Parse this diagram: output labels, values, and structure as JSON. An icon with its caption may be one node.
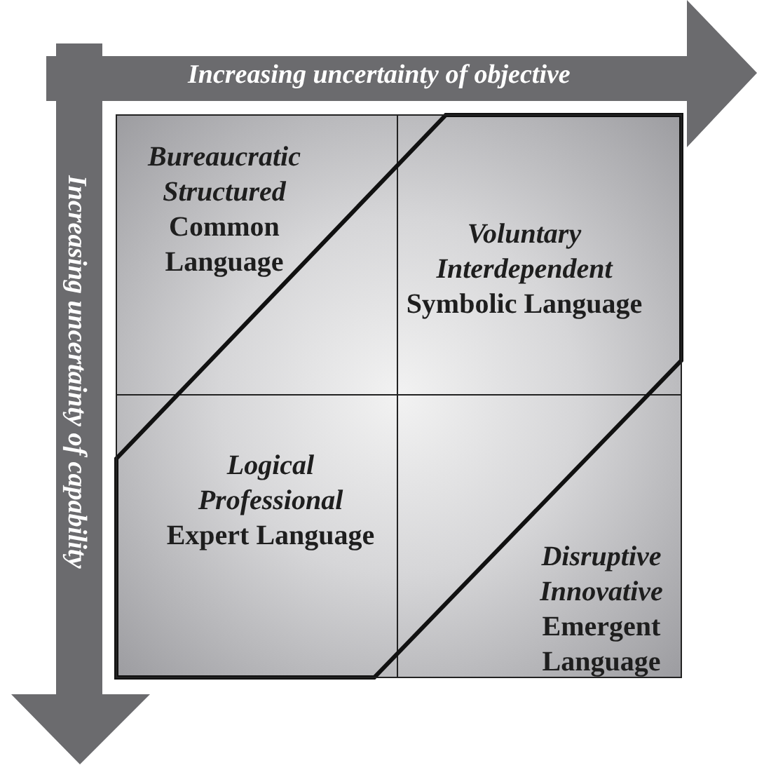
{
  "diagram": {
    "nodes": [
      {
        "text": [
          "Bureaucratic Structured",
          "Common Language"
        ]
      },
      {
        "text": [
          "Voluntary Interdependent",
          "Symbolic Language"
        ]
      },
      {
        "text": [
          "Logical Professional",
          "Expert Language"
        ]
      },
      {
        "text": [
          "Disruptive Innovative",
          "Emergent Language"
        ]
      }
    ],
    "labels": [
      "Increasing uncertainty of objective",
      "Increasing uncertainty of capability"
    ]
  }
}
